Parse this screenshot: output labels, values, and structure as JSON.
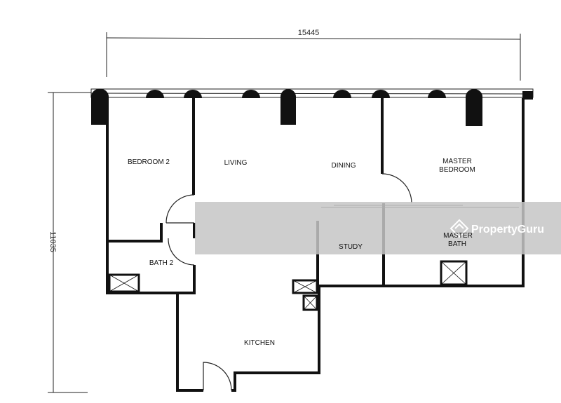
{
  "dimensions": {
    "width": "15445",
    "height": "11035"
  },
  "rooms": {
    "bedroom2": "BEDROOM 2",
    "living": "LIVING",
    "dining": "DINING",
    "master_bedroom_1": "MASTER",
    "master_bedroom_2": "BEDROOM",
    "study": "STUDY",
    "master_bath_1": "MASTER",
    "master_bath_2": "BATH",
    "bath2": "BATH 2",
    "kitchen": "KITCHEN"
  },
  "watermark": {
    "text": "PropertyGuru"
  },
  "colors": {
    "band": "#c6c6c6",
    "wall": "#111111"
  }
}
